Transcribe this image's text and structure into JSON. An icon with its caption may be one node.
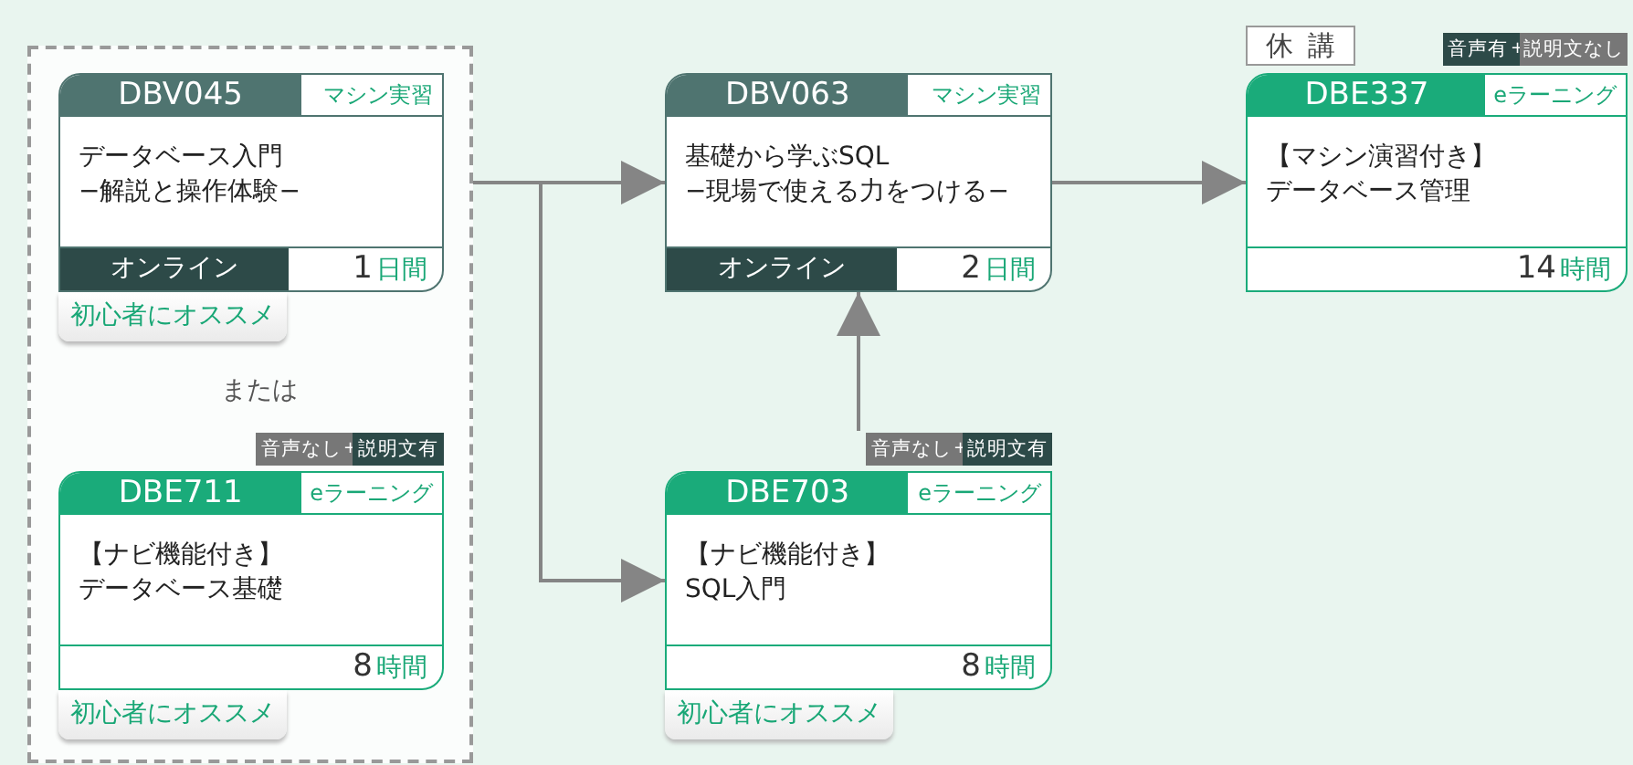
{
  "diagram": {
    "nodes": [
      {
        "text": [
          "または"
        ]
      },
      {
        "text": [
          "DBV045",
          "マシン実習",
          "データベース入門−解説と操作体験−",
          "オンライン",
          "1",
          "日間"
        ],
        "in": 0,
        "beside": [
          "初心者にオススメ"
        ]
      },
      {
        "text": [
          "DBE711",
          "eラーニング",
          "【ナビ機能付き】データベース基礎",
          "8",
          "時間"
        ],
        "in": 0,
        "beside": [
          "音声なし",
          "+",
          "説明文有",
          "初心者にオススメ"
        ]
      },
      {
        "text": [
          "DBV063",
          "マシン実習",
          "基礎から学ぶSQL−現場で使える力をつける−",
          "オンライン",
          "2",
          "日間"
        ]
      },
      {
        "text": [
          "DBE703",
          "eラーニング",
          "【ナビ機能付き】SQL入門",
          "8",
          "時間"
        ],
        "beside": [
          "音声なし",
          "+",
          "説明文有",
          "初心者にオススメ"
        ]
      },
      {
        "text": [
          "DBE337",
          "eラーニング",
          "【マシン演習付き】データベース管理",
          "14",
          "時間"
        ],
        "beside": [
          "休講",
          "音声有",
          "+",
          "説明文なし"
        ]
      }
    ],
    "edges": [
      {
        "from": 0,
        "to": 3,
        "arrow": "to"
      },
      {
        "from": 0,
        "to": 4,
        "arrow": "to"
      },
      {
        "from": 4,
        "to": 3,
        "arrow": "to"
      },
      {
        "from": 3,
        "to": 5,
        "arrow": "to"
      }
    ]
  }
}
